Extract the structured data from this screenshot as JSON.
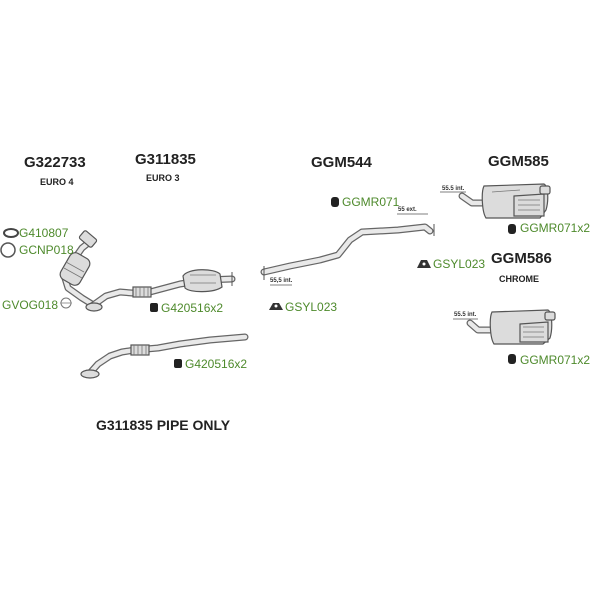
{
  "labels": {
    "g322733": "G322733",
    "euro4": "EURO 4",
    "g311835": "G311835",
    "euro3": "EURO 3",
    "ggm544": "GGM544",
    "ggm585": "GGM585",
    "ggm586": "GGM586",
    "chrome": "CHROME",
    "pipe_only": "G311835 PIPE ONLY"
  },
  "parts": {
    "g410807": "G410807",
    "gcnp018": "GCNP018",
    "gvog018": "GVOG018",
    "g420516_a": "G420516x2",
    "g420516_b": "G420516x2",
    "ggmr071": "GGMR071",
    "ggmr071x2_a": "GGMR071x2",
    "ggmr071x2_b": "GGMR071x2",
    "gsyl023_a": "GSYL023",
    "gsyl023_b": "GSYL023"
  },
  "dimensions": {
    "d_55ext": "55 ext.",
    "d_555int_a": "55,5 int.",
    "d_555int_b": "55.5 int.",
    "d_555int_c": "55.5 int."
  },
  "colors": {
    "part_link": "#4e8a2c",
    "pipe_stroke": "#666666",
    "heading": "#222222"
  }
}
